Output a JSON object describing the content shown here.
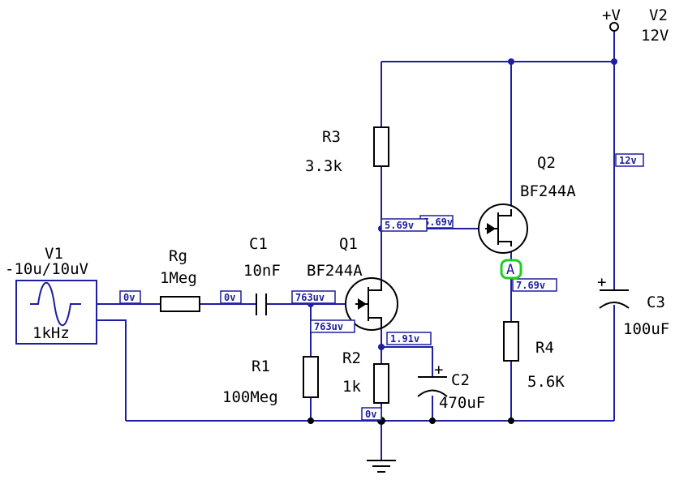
{
  "supply": {
    "terminal_label": "+V",
    "name": "V2",
    "value": "12V"
  },
  "source": {
    "name": "V1",
    "amplitude": "-10u/10uV",
    "frequency": "1kHz"
  },
  "components": {
    "rg": {
      "name": "Rg",
      "value": "1Meg"
    },
    "c1": {
      "name": "C1",
      "value": "10nF"
    },
    "q1": {
      "name": "Q1",
      "value": "BF244A"
    },
    "q2": {
      "name": "Q2",
      "value": "BF244A"
    },
    "r1": {
      "name": "R1",
      "value": "100Meg"
    },
    "r2": {
      "name": "R2",
      "value": "1k"
    },
    "r3": {
      "name": "R3",
      "value": "3.3k"
    },
    "r4": {
      "name": "R4",
      "value": "5.6K"
    },
    "c2": {
      "name": "C2",
      "value": "470uF",
      "polarity": "+"
    },
    "c3": {
      "name": "C3",
      "value": "100uF",
      "polarity": "+"
    }
  },
  "probes": {
    "source_out": "0v",
    "rg_out": "0v",
    "q1_gate": "763uv",
    "q1_gate_lower": "763uv",
    "q1_drain": "5.69v",
    "q2_gate": "5.69v",
    "q1_source": "1.91v",
    "ground": "0v",
    "q2_source": "7.69v",
    "supply_rail": "12v"
  },
  "marker": {
    "label": "A"
  },
  "colors": {
    "wire": "#1e1ea0",
    "component": "#000000",
    "probe_text": "#1e1ea0",
    "marker_ring": "#22cc22"
  }
}
